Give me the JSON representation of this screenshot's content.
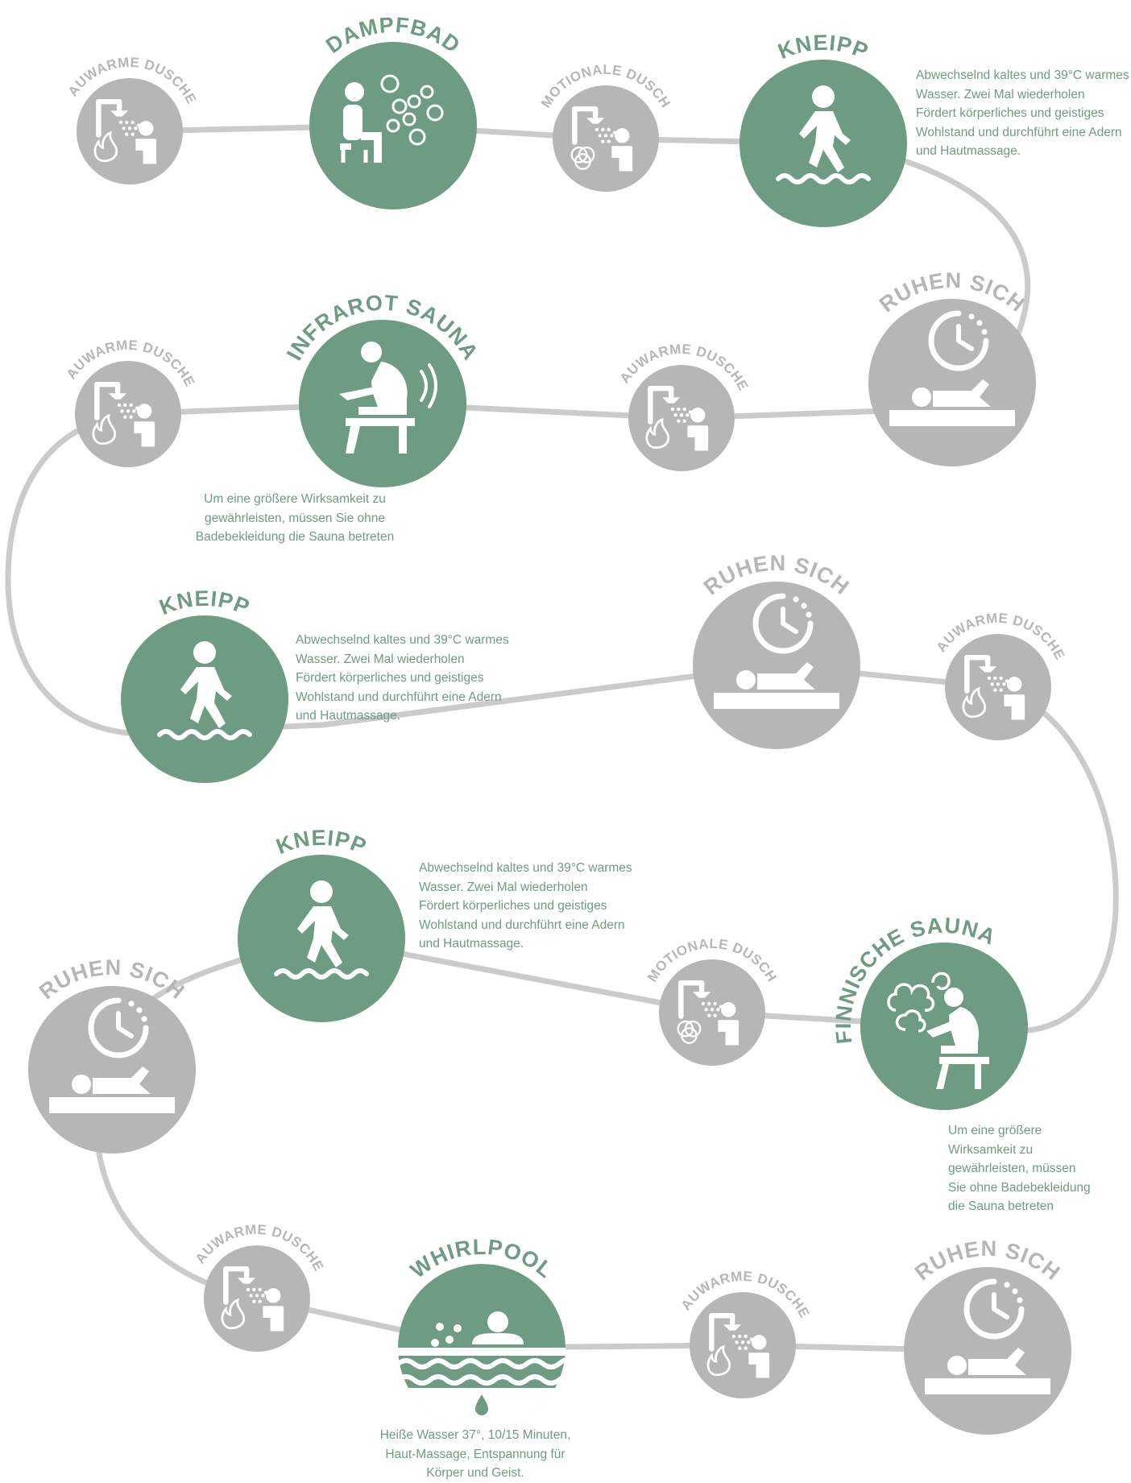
{
  "colors": {
    "green": "#6e9c82",
    "gray": "#b6b6b6",
    "path": "#cbcbcb",
    "white": "#ffffff"
  },
  "stations": [
    {
      "id": "lauwarme-1",
      "title": "LAUWARME DUSCHE",
      "kind": "shower-fire",
      "style": "gray"
    },
    {
      "id": "dampfbad",
      "title": "DAMPFBAD",
      "kind": "steam",
      "style": "green"
    },
    {
      "id": "emotionale-1",
      "title": "EMOTIONALE DUSCHE",
      "kind": "shower-rings",
      "style": "gray"
    },
    {
      "id": "kneipp-1",
      "title": "KNEIPP",
      "kind": "kneipp",
      "style": "green"
    },
    {
      "id": "ruhen-1",
      "title": "RUHEN SICH",
      "kind": "rest",
      "style": "gray"
    },
    {
      "id": "lauwarme-2",
      "title": "LAUWARME DUSCHE",
      "kind": "shower-fire",
      "style": "gray"
    },
    {
      "id": "infrarot",
      "title": "INFRAROT SAUNA",
      "kind": "infrared",
      "style": "green"
    },
    {
      "id": "lauwarme-3",
      "title": "LAUWARME DUSCHE",
      "kind": "shower-fire",
      "style": "gray"
    },
    {
      "id": "kneipp-2",
      "title": "KNEIPP",
      "kind": "kneipp",
      "style": "green"
    },
    {
      "id": "ruhen-2",
      "title": "RUHEN SICH",
      "kind": "rest",
      "style": "gray"
    },
    {
      "id": "lauwarme-4",
      "title": "LAUWARME DUSCHE",
      "kind": "shower-fire",
      "style": "gray"
    },
    {
      "id": "finnische",
      "title": "FINNISCHE SAUNA",
      "kind": "finnish",
      "style": "green"
    },
    {
      "id": "emotionale-2",
      "title": "EMOTIONALE DUSCHE",
      "kind": "shower-rings",
      "style": "gray"
    },
    {
      "id": "kneipp-3",
      "title": "KNEIPP",
      "kind": "kneipp",
      "style": "green"
    },
    {
      "id": "ruhen-3",
      "title": "RUHEN SICH",
      "kind": "rest",
      "style": "gray"
    },
    {
      "id": "lauwarme-5",
      "title": "LAUWARME DUSCHE",
      "kind": "shower-fire",
      "style": "gray"
    },
    {
      "id": "whirlpool",
      "title": "WHIRLPOOL",
      "kind": "whirlpool",
      "style": "green"
    },
    {
      "id": "lauwarme-6",
      "title": "LAUWARME DUSCHE",
      "kind": "shower-fire",
      "style": "gray"
    },
    {
      "id": "ruhen-4",
      "title": "RUHEN SICH",
      "kind": "rest",
      "style": "gray"
    }
  ],
  "descriptions": {
    "kneipp_top": [
      "Abwechselnd kaltes und 39°C warmes",
      "Wasser. Zwei Mal wiederholen",
      "Fördert körperliches und geistiges",
      "Wohlstand und durchführt eine Adern",
      "und Hautmassage."
    ],
    "infrarot": [
      "Um eine größere Wirksamkeit zu",
      "gewährleisten, müssen Sie ohne",
      "Badebekleidung die Sauna betreten"
    ],
    "kneipp_mid": [
      "Abwechselnd kaltes und 39°C warmes",
      "Wasser. Zwei Mal wiederholen",
      "Fördert körperliches und geistiges",
      "Wohlstand und durchführt eine Adern",
      "und Hautmassage."
    ],
    "kneipp_low": [
      "Abwechselnd kaltes und 39°C warmes",
      "Wasser. Zwei Mal wiederholen",
      "Fördert körperliches und geistiges",
      "Wohlstand und durchführt eine Adern",
      "und Hautmassage."
    ],
    "finnische": [
      "Um eine größere",
      "Wirksamkeit zu",
      "gewährleisten, müssen",
      "Sie ohne Badebekleidung",
      "die Sauna betreten"
    ],
    "whirlpool": [
      "Heiße Wasser 37°, 10/15 Minuten,",
      "Haut-Massage, Entspannung für",
      "Körper und Geist."
    ]
  }
}
